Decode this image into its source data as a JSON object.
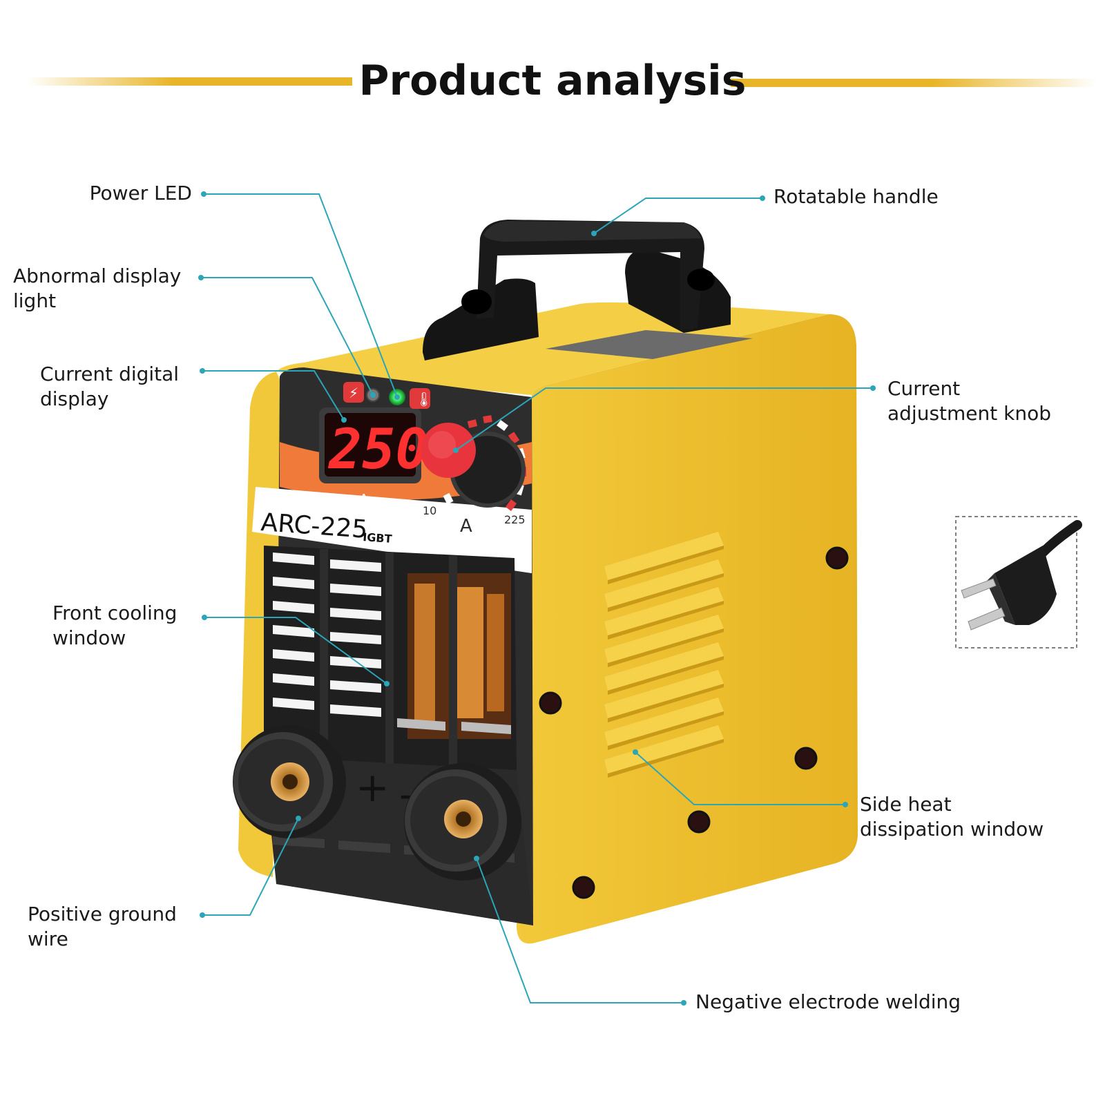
{
  "title": "Product analysis",
  "machine": {
    "model": "ARC-225",
    "tech": "IGBT",
    "display_value": "250",
    "unit_display": "A",
    "unit_knob": "A",
    "scale_min": "10",
    "scale_max": "225",
    "plus_sign": "+",
    "minus_sign": "-"
  },
  "callouts": {
    "power_led": "Power LED",
    "abnormal_light_1": "Abnormal display",
    "abnormal_light_2": "light",
    "digital_display_1": "Current digital",
    "digital_display_2": "display",
    "front_cooling_1": "Front cooling",
    "front_cooling_2": "window",
    "positive_ground_1": "Positive ground",
    "positive_ground_2": "wire",
    "handle": "Rotatable handle",
    "knob_1": "Current",
    "knob_2": "adjustment knob",
    "side_heat_1": "Side heat",
    "side_heat_2": "dissipation window",
    "negative_electrode": "Negative electrode welding"
  },
  "colors": {
    "body_yellow": "#ecbf2e",
    "body_shadow": "#d9a81e",
    "panel_dark": "#2b2b2b",
    "accent_red": "#e23a3a",
    "accent_orange": "#f07a3a",
    "leader_line": "#2ba5b8",
    "title_bar": "#e8b528",
    "led_green": "#39e35a"
  }
}
